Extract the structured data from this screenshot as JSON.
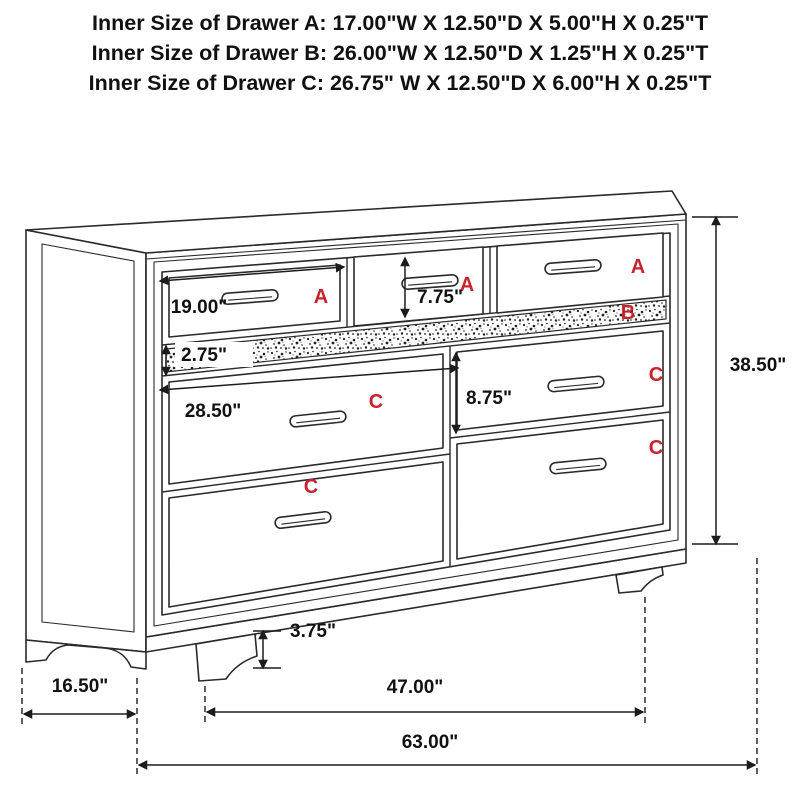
{
  "title": {
    "line1": "Inner Size of Drawer A: 17.00\"W X 12.50\"D X 5.00\"H X 0.25\"T",
    "line2": "Inner Size of Drawer B: 26.00\"W X 12.50\"D X 1.25\"H X 0.25\"T",
    "line3": "Inner Size of Drawer C: 26.75\" W X 12.50\"D X 6.00\"H X 0.25\"T"
  },
  "drawer_labels": {
    "a1": "A",
    "a2": "A",
    "a3": "A",
    "b": "B",
    "c_left_top": "C",
    "c_left_bottom": "C",
    "c_right_top": "C",
    "c_right_bottom": "C"
  },
  "dimensions": {
    "drawer_a1_width": "19.00\"",
    "drawer_a_height": "7.75\"",
    "drawer_b_height": "2.75\"",
    "drawer_c_width": "28.50\"",
    "drawer_c_height": "8.75\"",
    "overall_height": "38.50\"",
    "leg_height": "3.75\"",
    "side_depth": "16.50\"",
    "feet_span": "47.00\"",
    "overall_width": "63.00\""
  },
  "colors": {
    "label_red": "#c8232c",
    "line": "#2a2a2a",
    "text": "#111111",
    "background": "#ffffff"
  }
}
